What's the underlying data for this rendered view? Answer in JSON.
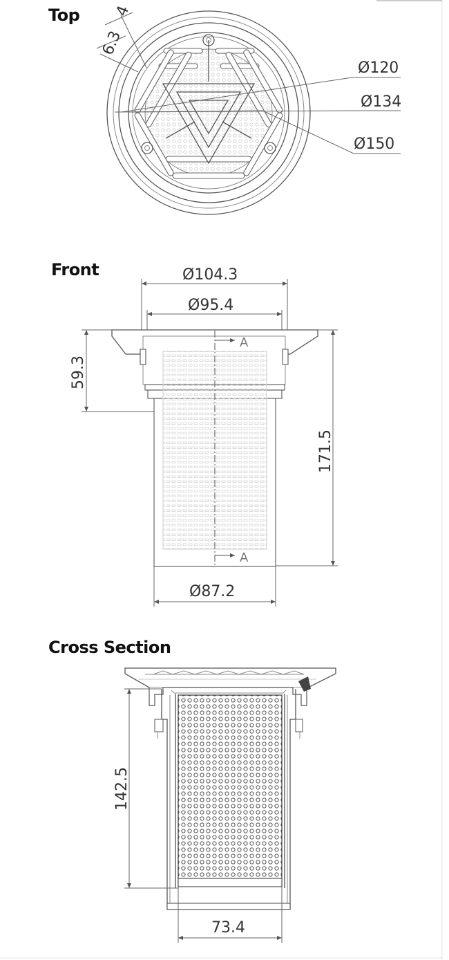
{
  "views": {
    "top": {
      "title": "Top",
      "dims": {
        "d1": "4",
        "d2": "6.3",
        "d3": "Ø120",
        "d4": "Ø134",
        "d5": "Ø150"
      }
    },
    "front": {
      "title": "Front",
      "dims": {
        "d1": "Ø104.3",
        "d2": "Ø95.4",
        "d3": "59.3",
        "d4": "171.5",
        "d5": "Ø87.2"
      },
      "section_mark": "A"
    },
    "cross": {
      "title": "Cross Section",
      "dims": {
        "d1": "142.5",
        "d2": "73.4"
      }
    }
  }
}
